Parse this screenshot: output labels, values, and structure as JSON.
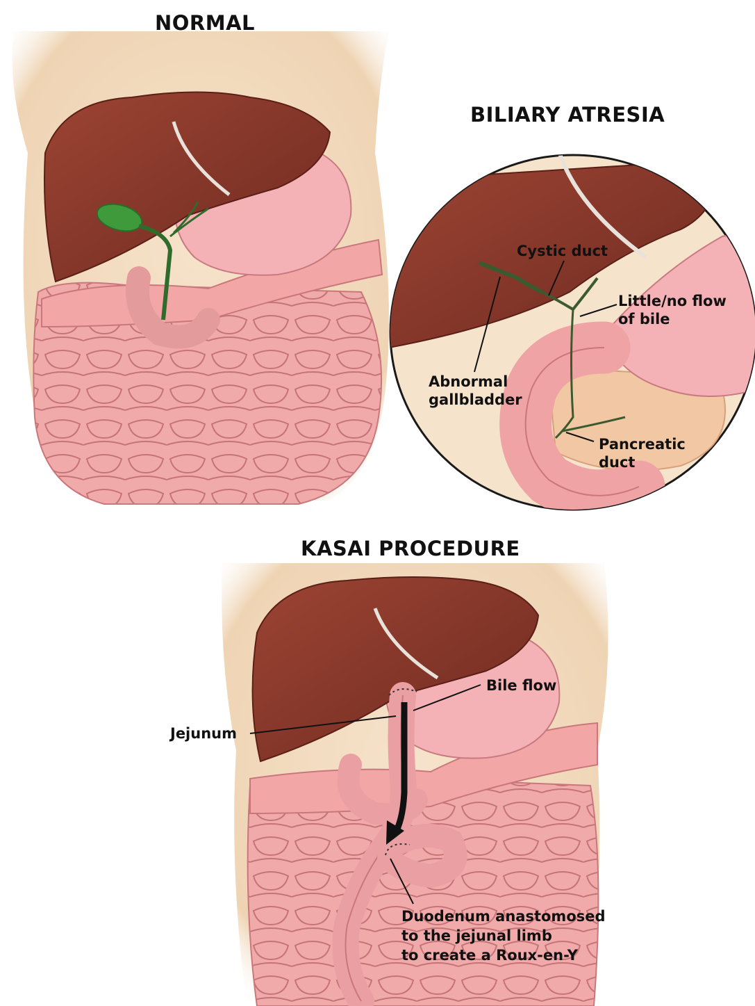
{
  "panels": {
    "normal": {
      "title": "NORMAL"
    },
    "biliary_atresia": {
      "title": "BILIARY ATRESIA",
      "labels": {
        "cystic_duct": "Cystic duct",
        "little_flow_1": "Little/no flow",
        "little_flow_2": "of bile",
        "abnormal_gallbladder_1": "Abnormal",
        "abnormal_gallbladder_2": "gallbladder",
        "pancreatic_duct_1": "Pancreatic",
        "pancreatic_duct_2": "duct"
      }
    },
    "kasai": {
      "title": "KASAI PROCEDURE",
      "labels": {
        "bile_flow": "Bile flow",
        "jejunum": "Jejunum",
        "anastomosis_1": "Duodenum anastomosed",
        "anastomosis_2": "to the jejunal limb",
        "anastomosis_3": "to create a Roux-en-Y"
      }
    }
  },
  "colors": {
    "skin": "#f3dcc0",
    "liver": "#8e3a2c",
    "liver_dark": "#6e2a1f",
    "intestine": "#f0a8a8",
    "intestine_outline": "#c9777c",
    "stomach": "#f3b0b4",
    "gallbladder": "#3e9a3a",
    "bile_duct": "#2f6b2a",
    "pancreas": "#f2c7a3"
  }
}
